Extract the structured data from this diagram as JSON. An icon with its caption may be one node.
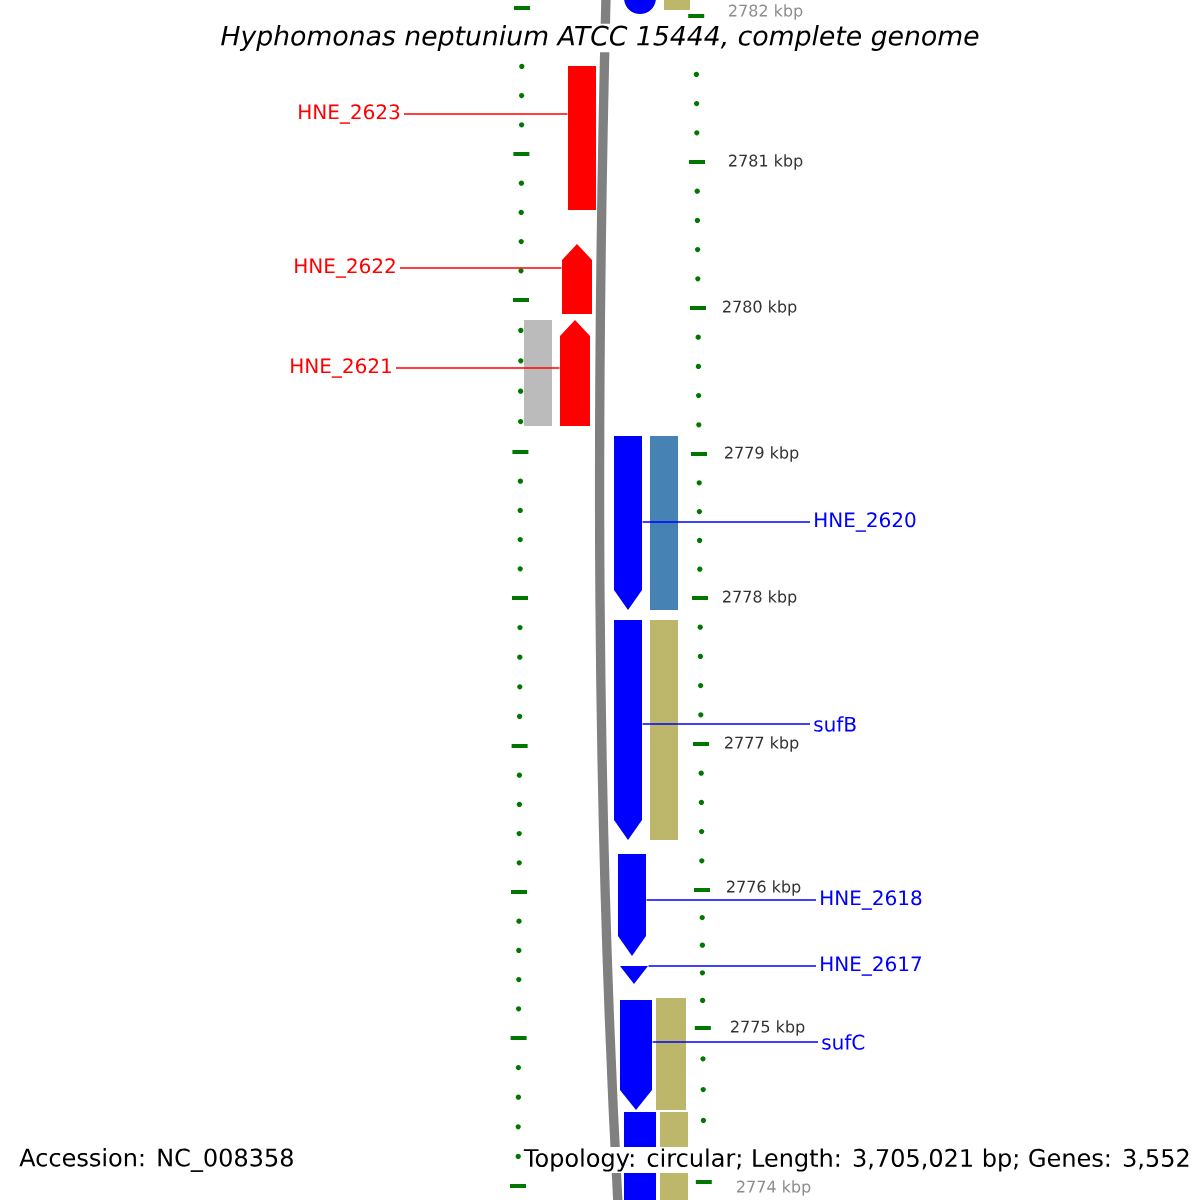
{
  "diagram": {
    "title": "Hyphomonas neptunium ATCC 15444, complete genome",
    "nodes": [
      {
        "text": [
          "HNE_2623"
        ]
      },
      {
        "text": [],
        "shape": "bar"
      },
      {
        "text": [
          "HNE_2622"
        ]
      },
      {
        "text": [],
        "shape": "bar"
      },
      {
        "text": [
          "HNE_2621"
        ]
      },
      {
        "text": [],
        "shape": "bar"
      },
      {
        "text": [
          "HNE_2620"
        ]
      },
      {
        "text": [],
        "shape": "bar"
      },
      {
        "text": [
          "sufB"
        ]
      },
      {
        "text": [],
        "shape": "bar"
      },
      {
        "text": [
          "HNE_2618"
        ]
      },
      {
        "text": [],
        "shape": "bar"
      },
      {
        "text": [
          "HNE_2617"
        ]
      },
      {
        "text": [],
        "shape": "bar"
      },
      {
        "text": [
          "sufC"
        ]
      },
      {
        "text": [],
        "shape": "bar"
      },
      {
        "text": [],
        "shape": "bar"
      },
      {
        "text": [],
        "shape": "bar"
      },
      {
        "text": [],
        "shape": "bar"
      },
      {
        "text": [],
        "shape": "bar"
      },
      {
        "text": [],
        "shape": "bar"
      },
      {
        "text": [],
        "shape": "bar"
      }
    ],
    "edges": [
      {
        "from": 0,
        "to": 1,
        "arrow": "none",
        "color": "#ff0000"
      },
      {
        "from": 2,
        "to": 3,
        "arrow": "none",
        "color": "#ff0000"
      },
      {
        "from": 4,
        "to": 5,
        "arrow": "none",
        "color": "#ff0000"
      },
      {
        "from": 6,
        "to": 7,
        "arrow": "none"
      },
      {
        "from": 8,
        "to": 9,
        "arrow": "none"
      },
      {
        "from": 10,
        "to": 11,
        "arrow": "none"
      },
      {
        "from": 12,
        "to": 13,
        "arrow": "none"
      },
      {
        "from": 14,
        "to": 15,
        "arrow": "none"
      }
    ],
    "labels": [
      "2782 kbp",
      "2781 kbp",
      "2780 kbp",
      "2779 kbp",
      "2778 kbp",
      "2777 kbp",
      "2776 kbp",
      "2775 kbp",
      "2774 kbp",
      "Accession: NC_008358",
      "Topology: circular; Length: 3,705,021 bp; Genes: 3,552"
    ]
  }
}
